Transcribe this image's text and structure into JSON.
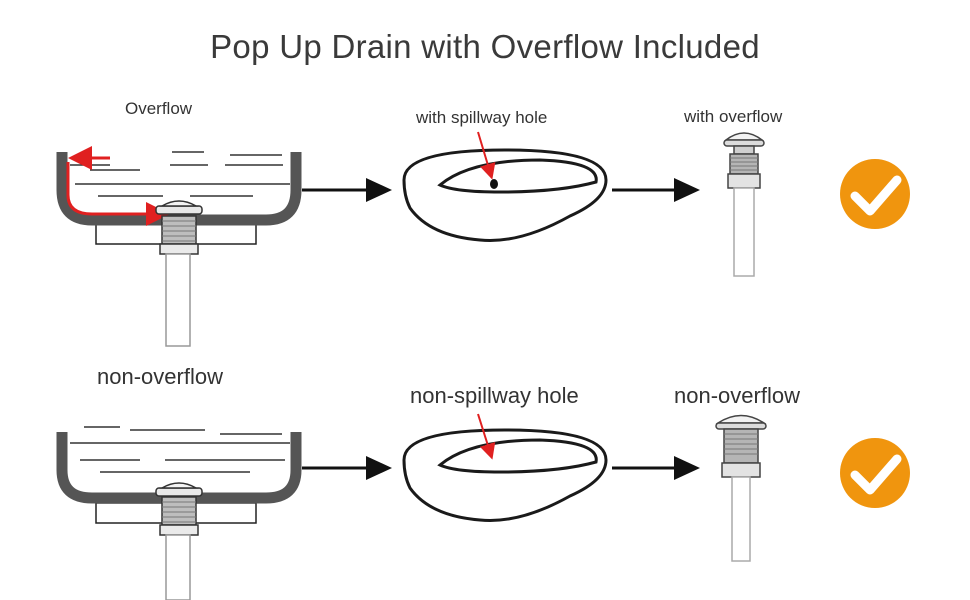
{
  "title": "Pop Up Drain with Overflow Included",
  "rows": [
    {
      "basin_label": "Overflow",
      "sink_label": "with spillway hole",
      "drain_label": "with overflow",
      "status_icon": "check-circle-icon"
    },
    {
      "basin_label": "non-overflow",
      "sink_label": "non-spillway hole",
      "drain_label": "non-overflow",
      "status_icon": "check-circle-icon"
    }
  ],
  "colors": {
    "basin_wall": "#555555",
    "arrow_red": "#e02020",
    "check_orange": "#f0950e",
    "line": "#1a1a1a"
  }
}
